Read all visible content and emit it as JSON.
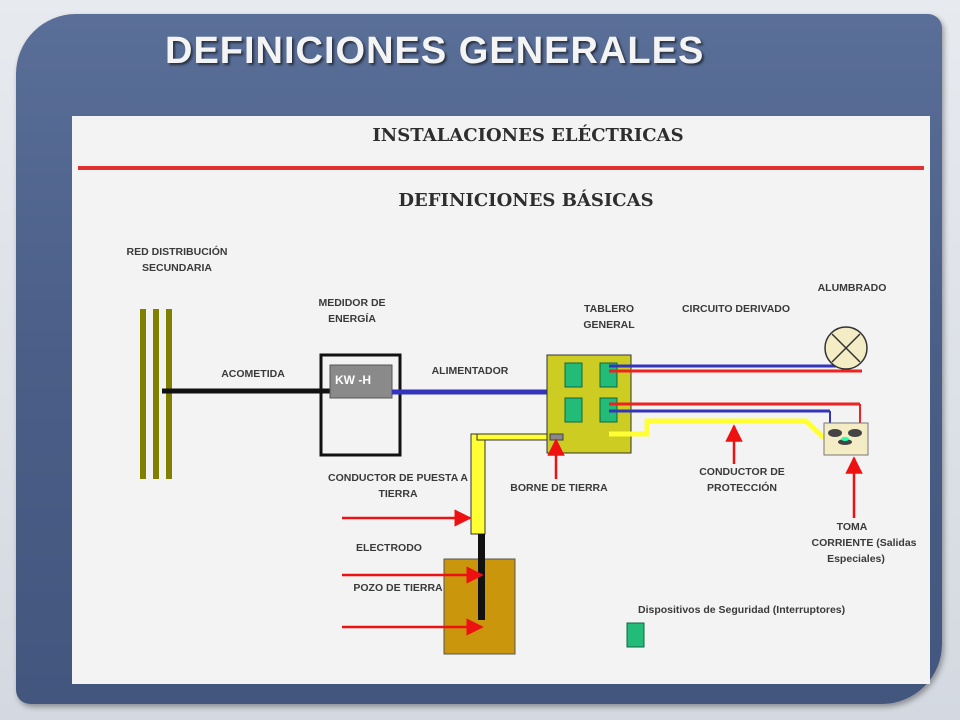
{
  "slide": {
    "title": "DEFINICIONES GENERALES"
  },
  "diagram": {
    "header": "INSTALACIONES ELÉCTRICAS",
    "subheader": "DEFINICIONES BÁSICAS",
    "meter_text": "KW -H",
    "labels": {
      "red_distribucion": [
        "RED DISTRIBUCIÓN",
        "SECUNDARIA"
      ],
      "medidor": [
        "MEDIDOR DE",
        "ENERGÍA"
      ],
      "acometida": "ACOMETIDA",
      "alimentador": "ALIMENTADOR",
      "tablero": [
        "TABLERO",
        "GENERAL"
      ],
      "circuito": "CIRCUITO DERIVADO",
      "alumbrado": "ALUMBRADO",
      "conductor_puesta": [
        "CONDUCTOR DE PUESTA A",
        "TIERRA"
      ],
      "borne": "BORNE DE TIERRA",
      "conductor_proteccion": [
        "CONDUCTOR DE",
        "PROTECCIÓN"
      ],
      "electrodo": "ELECTRODO",
      "pozo": "POZO DE TIERRA",
      "toma": [
        "TOMA",
        "CORRIENTE (Salidas",
        "Especiales)"
      ],
      "dispositivos": "Dispositivos de Seguridad (Interruptores)"
    },
    "colors": {
      "frame": "#4f6490",
      "panel": "#f3f3f3",
      "red_line": "#e03030",
      "olive": "#808000",
      "feeder_blue": "#3333bb",
      "yellow": "#ffff33",
      "panel_yellow": "#cccc22",
      "switch_green": "#22bb77",
      "pit_brown": "#c9960c",
      "arrow_red": "#ee1111"
    }
  }
}
